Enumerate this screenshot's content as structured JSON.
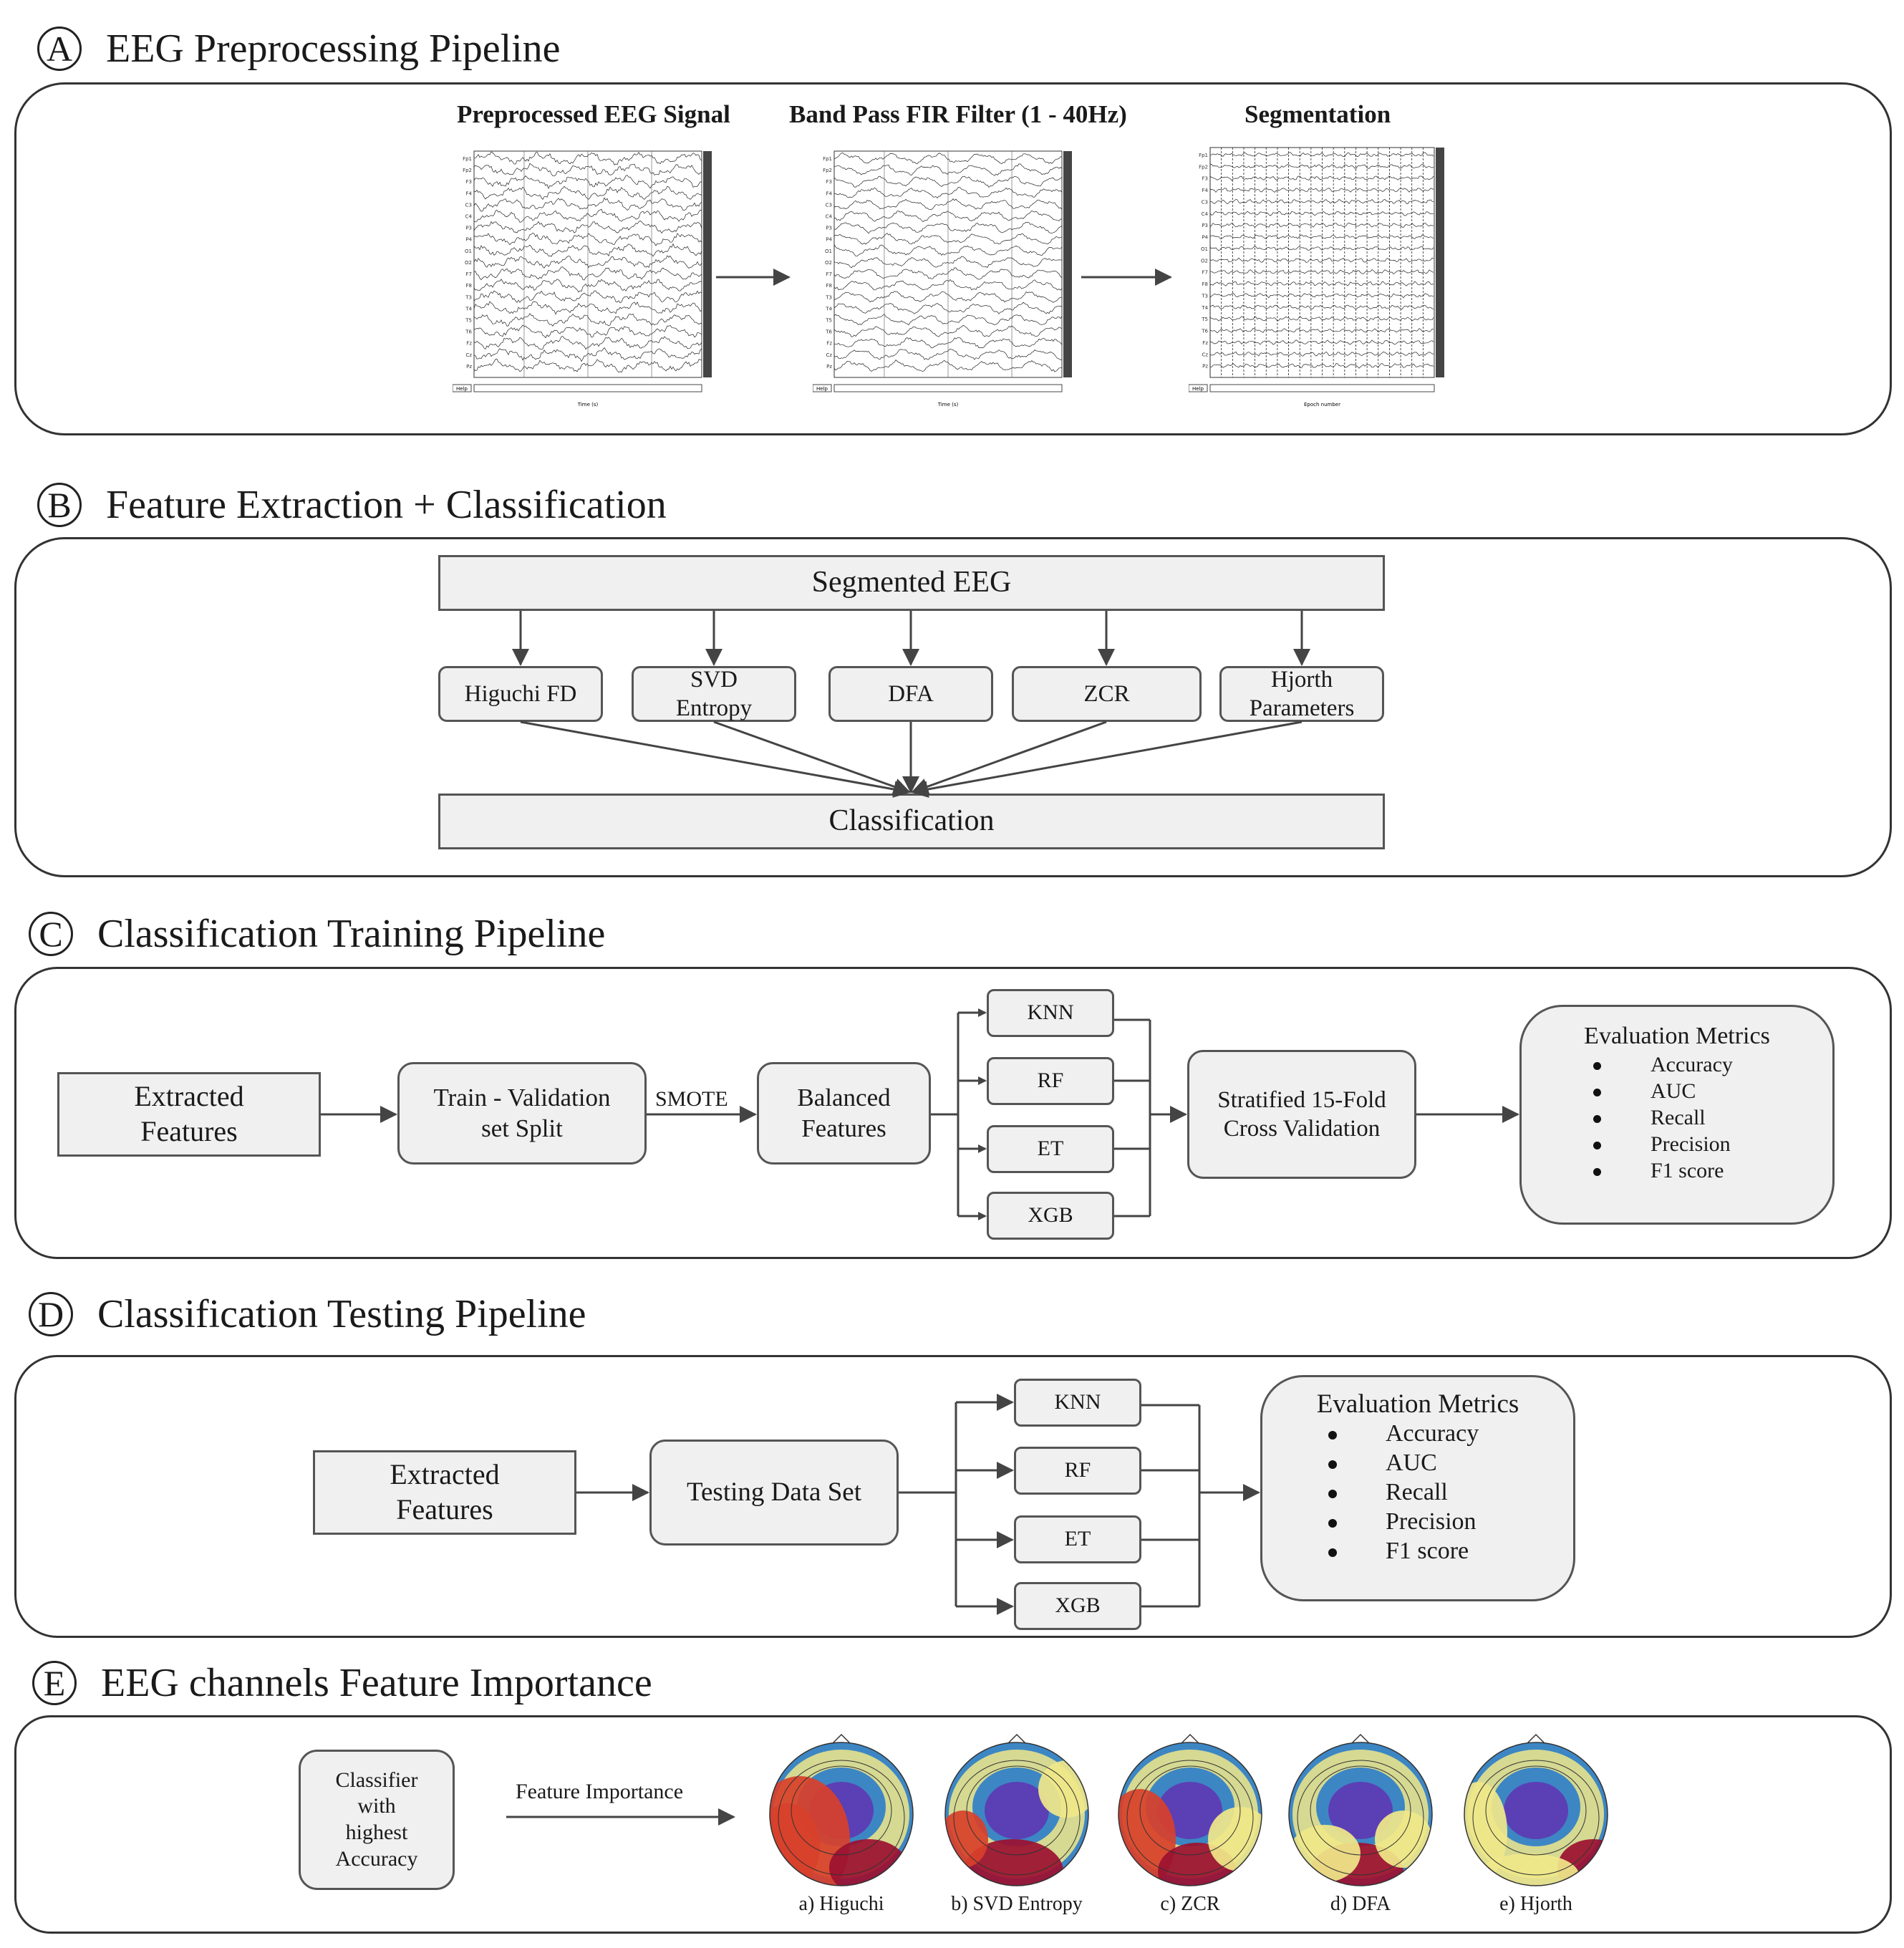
{
  "sections": {
    "a": {
      "letter": "A",
      "title": "EEG Preprocessing Pipeline"
    },
    "b": {
      "letter": "B",
      "title": "Feature Extraction + Classification"
    },
    "c": {
      "letter": "C",
      "title": "Classification Training Pipeline"
    },
    "d": {
      "letter": "D",
      "title": "Classification Testing Pipeline"
    },
    "e": {
      "letter": "E",
      "title": "EEG channels Feature Importance"
    }
  },
  "pre": {
    "plots": [
      "Preprocessed EEG Signal",
      "Band Pass FIR Filter (1 - 40Hz)",
      "Segmentation"
    ],
    "help": "Help",
    "xlabel_time": "Time (s)",
    "xlabel_epoch": "Epoch number",
    "channels": [
      "Fp1",
      "Fp2",
      "F3",
      "F4",
      "C3",
      "C4",
      "P3",
      "P4",
      "O1",
      "O2",
      "F7",
      "F8",
      "T3",
      "T4",
      "T5",
      "T6",
      "Fz",
      "Cz",
      "Pz"
    ]
  },
  "feat": {
    "top": "Segmented EEG",
    "features": [
      "Higuchi FD",
      "SVD\nEntropy",
      "DFA",
      "ZCR",
      "Hjorth\nParameters"
    ],
    "bottom": "Classification"
  },
  "train": {
    "input": "Extracted\nFeatures",
    "split": "Train - Validation\nset Split",
    "smote": "SMOTE",
    "balanced": "Balanced\nFeatures",
    "models": [
      "KNN",
      "RF",
      "ET",
      "XGB"
    ],
    "cv": "Stratified 15-Fold\nCross Validation",
    "metrics_title": "Evaluation Metrics",
    "metrics": [
      "Accuracy",
      "AUC",
      "Recall",
      "Precision",
      "F1 score"
    ]
  },
  "test": {
    "input": "Extracted\nFeatures",
    "dataset": "Testing Data Set",
    "models": [
      "KNN",
      "RF",
      "ET",
      "XGB"
    ],
    "metrics_title": "Evaluation Metrics",
    "metrics": [
      "Accuracy",
      "AUC",
      "Recall",
      "Precision",
      "F1 score"
    ]
  },
  "importance": {
    "classifier": "Classifier\nwith\nhighest\nAccuracy",
    "arrow_label": "Feature Importance",
    "maps": [
      "a) Higuchi",
      "b) SVD Entropy",
      "c) ZCR",
      "d) DFA",
      "e) Hjorth"
    ],
    "colors": {
      "low": "#5b3fb5",
      "mid_low": "#3d86c4",
      "mid": "#f0e88a",
      "high": "#d8402a",
      "peak": "#9b1030"
    }
  }
}
